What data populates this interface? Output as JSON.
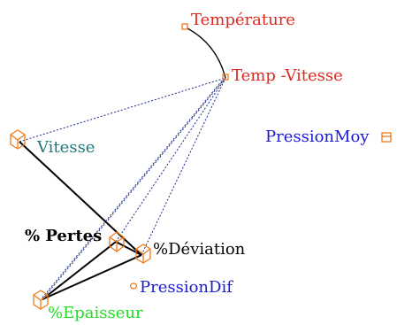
{
  "diagram": {
    "nodes": [
      {
        "id": "temperature",
        "label": "Température",
        "color": "#e0281e"
      },
      {
        "id": "temp_vitesse",
        "label": "Temp -Vitesse",
        "color": "#e0281e"
      },
      {
        "id": "pression_moy",
        "label": "PressionMoy",
        "color": "#1a1ad4"
      },
      {
        "id": "vitesse",
        "label": "Vitesse",
        "color": "#1e7a7a"
      },
      {
        "id": "pertes",
        "label": "% Pertes",
        "color": "#000000",
        "bold": true
      },
      {
        "id": "deviation",
        "label": "%Déviation",
        "color": "#000000"
      },
      {
        "id": "pression_dif",
        "label": "PressionDif",
        "color": "#1a1ad4"
      },
      {
        "id": "epaisseur",
        "label": "%Epaisseur",
        "color": "#22dd22"
      }
    ],
    "edges": [
      {
        "from": "temperature",
        "to": "temp_vitesse",
        "style": "solid"
      },
      {
        "from": "vitesse",
        "to": "temp_vitesse",
        "style": "dotted"
      },
      {
        "from": "pertes",
        "to": "temp_vitesse",
        "style": "dotted"
      },
      {
        "from": "deviation",
        "to": "temp_vitesse",
        "style": "dotted"
      },
      {
        "from": "epaisseur",
        "to": "temp_vitesse",
        "style": "dotted"
      },
      {
        "from": "vitesse",
        "to": "deviation",
        "style": "bold"
      },
      {
        "from": "pertes",
        "to": "deviation",
        "style": "bold"
      },
      {
        "from": "pertes",
        "to": "epaisseur",
        "style": "bold"
      },
      {
        "from": "deviation",
        "to": "epaisseur",
        "style": "bold"
      }
    ],
    "marker_color": "#f07a1a"
  }
}
